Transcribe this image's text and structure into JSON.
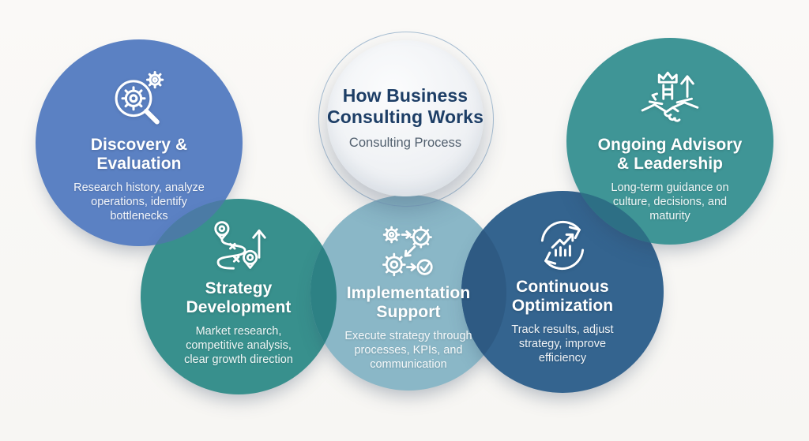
{
  "background_color": "#f8f7f5",
  "title_circle": {
    "title": "How Business\nConsulting Works",
    "subtitle": "Consulting Process",
    "title_color": "#1d3e66",
    "subtitle_color": "#52606f",
    "ring_color": "rgba(125,160,192,0.65)"
  },
  "steps": [
    {
      "name": "discovery-evaluation",
      "title": "Discovery &\nEvaluation",
      "description": "Research history, analyze\noperations, identify\nbottlenecks",
      "color": "#5b81c3",
      "icon": "magnifier-gear-icon"
    },
    {
      "name": "strategy-development",
      "title": "Strategy\nDevelopment",
      "description": "Market research,\ncompetitive analysis,\nclear growth direction",
      "color": "#38908d",
      "icon": "route-pins-arrow-icon"
    },
    {
      "name": "implementation-support",
      "title": "Implementation\nSupport",
      "description": "Execute strategy through\nprocesses, KPIs, and\ncommunication",
      "color": "#8ab7c7",
      "icon": "gears-check-icon"
    },
    {
      "name": "continuous-optimization",
      "title": "Continuous\nOptimization",
      "description": "Track results, adjust\nstrategy, improve\nefficiency",
      "color": "#34648f",
      "icon": "cycle-chart-icon"
    },
    {
      "name": "ongoing-advisory-leadership",
      "title": "Ongoing Advisory\n& Leadership",
      "description": "Long-term guidance on\nculture, decisions, and\nmaturity",
      "color": "#3f9596",
      "icon": "handshake-growth-icon"
    }
  ],
  "overlap_colors": {
    "discovery_strategy": "#4b7ba5",
    "strategy_implementation": "#2d8184",
    "implementation_continuous": "#2e5a83",
    "continuous_ongoing": "#2d6f85"
  }
}
